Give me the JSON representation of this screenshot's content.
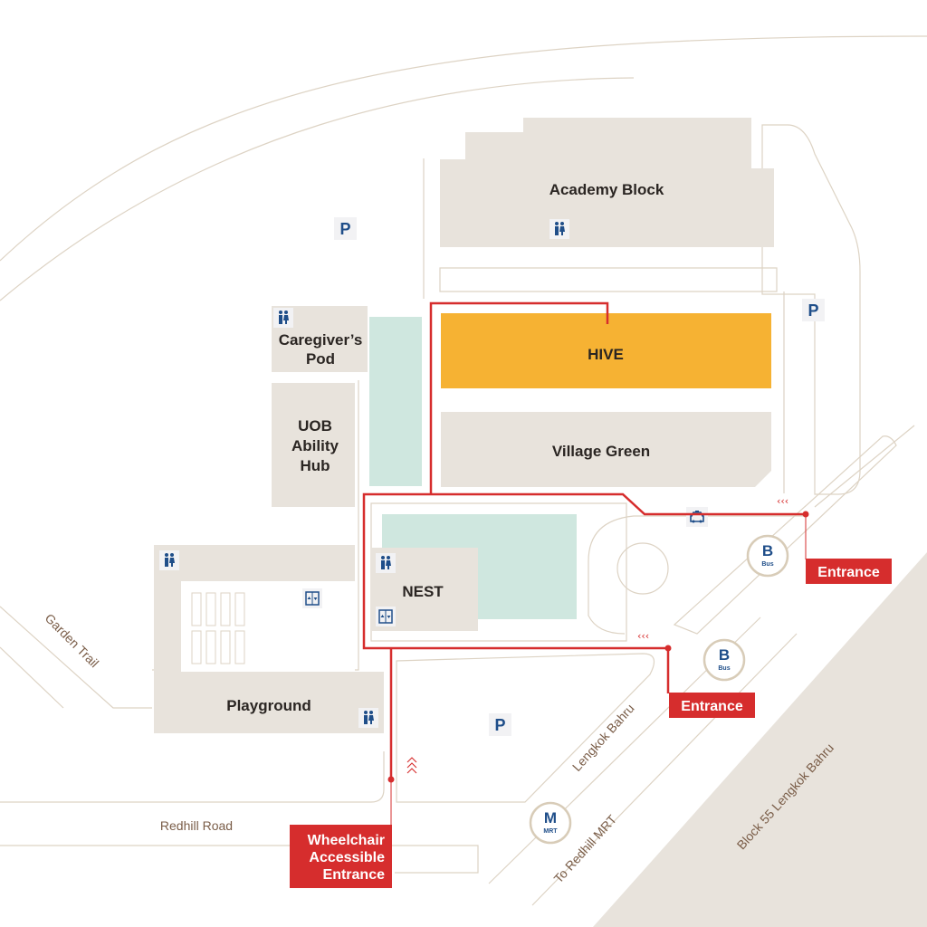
{
  "colors": {
    "building": "#e8e3dc",
    "hive": "#f6b233",
    "green": "#cfe7df",
    "route": "#d62d2d",
    "outline": "#ddd3c4",
    "icon_blue": "#1f4e89",
    "transit_ring": "#d8ccb8"
  },
  "buildings": {
    "academy_block": "Academy Block",
    "hive": "HIVE",
    "village_green": "Village Green",
    "caregivers_pod_line1": "Caregiver’s",
    "caregivers_pod_line2": "Pod",
    "uob_line1": "UOB",
    "uob_line2": "Ability",
    "uob_line3": "Hub",
    "nest": "NEST",
    "playground": "Playground"
  },
  "roads": {
    "redhill_road": "Redhill Road",
    "garden_trail": "Garden Trail",
    "lengkok_bahru": "Lengkok Bahru",
    "to_redhill_mrt": "To Redhill MRT",
    "block_55": "Block 55 Lengkok Bahru"
  },
  "entrances": {
    "east": "Entrance",
    "south": "Entrance",
    "wheelchair_line1": "Wheelchair",
    "wheelchair_line2": "Accessible",
    "wheelchair_line3": "Entrance"
  },
  "parking": {
    "label": "P"
  },
  "transit": {
    "bus_letter": "B",
    "bus_sub": "Bus",
    "mrt_letter": "M",
    "mrt_sub": "MRT"
  },
  "icons": {
    "restroom": "restroom-icon",
    "lift": "lift-icon",
    "taxi": "taxi-icon",
    "direction": "direction-chevrons-icon"
  }
}
